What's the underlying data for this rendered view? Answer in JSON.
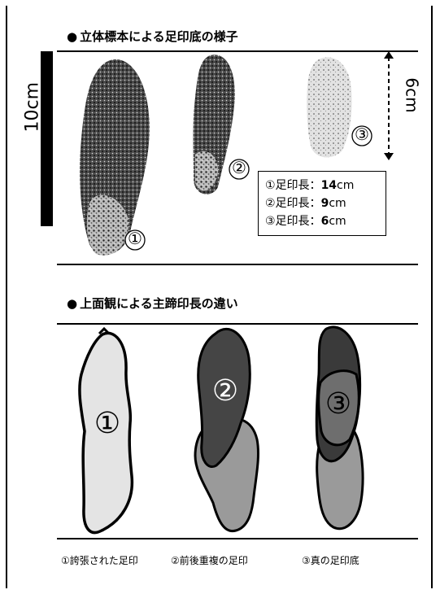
{
  "section1": {
    "bullet": "●",
    "title": "立体標本による足印底の様子",
    "scale_left": "10cm",
    "scale_right": "6cm",
    "markers": [
      "①",
      "②",
      "③"
    ],
    "legend": [
      {
        "label": "①足印長：",
        "value": "14",
        "unit": "cm"
      },
      {
        "label": "②足印長：",
        "value": "9",
        "unit": "cm"
      },
      {
        "label": "③足印長：",
        "value": "6",
        "unit": "cm"
      }
    ]
  },
  "section2": {
    "bullet": "●",
    "title": "上面観による主蹄印長の違い",
    "markers": [
      "①",
      "②",
      "③"
    ],
    "captions": [
      "①誇張された足印",
      "②前後重複の足印",
      "③真の足印底"
    ]
  },
  "colors": {
    "light_fill": "#e4e4e4",
    "mid_fill": "#9a9a9a",
    "dark_fill": "#454545",
    "dark_fill_3": "#3a3a3a"
  }
}
